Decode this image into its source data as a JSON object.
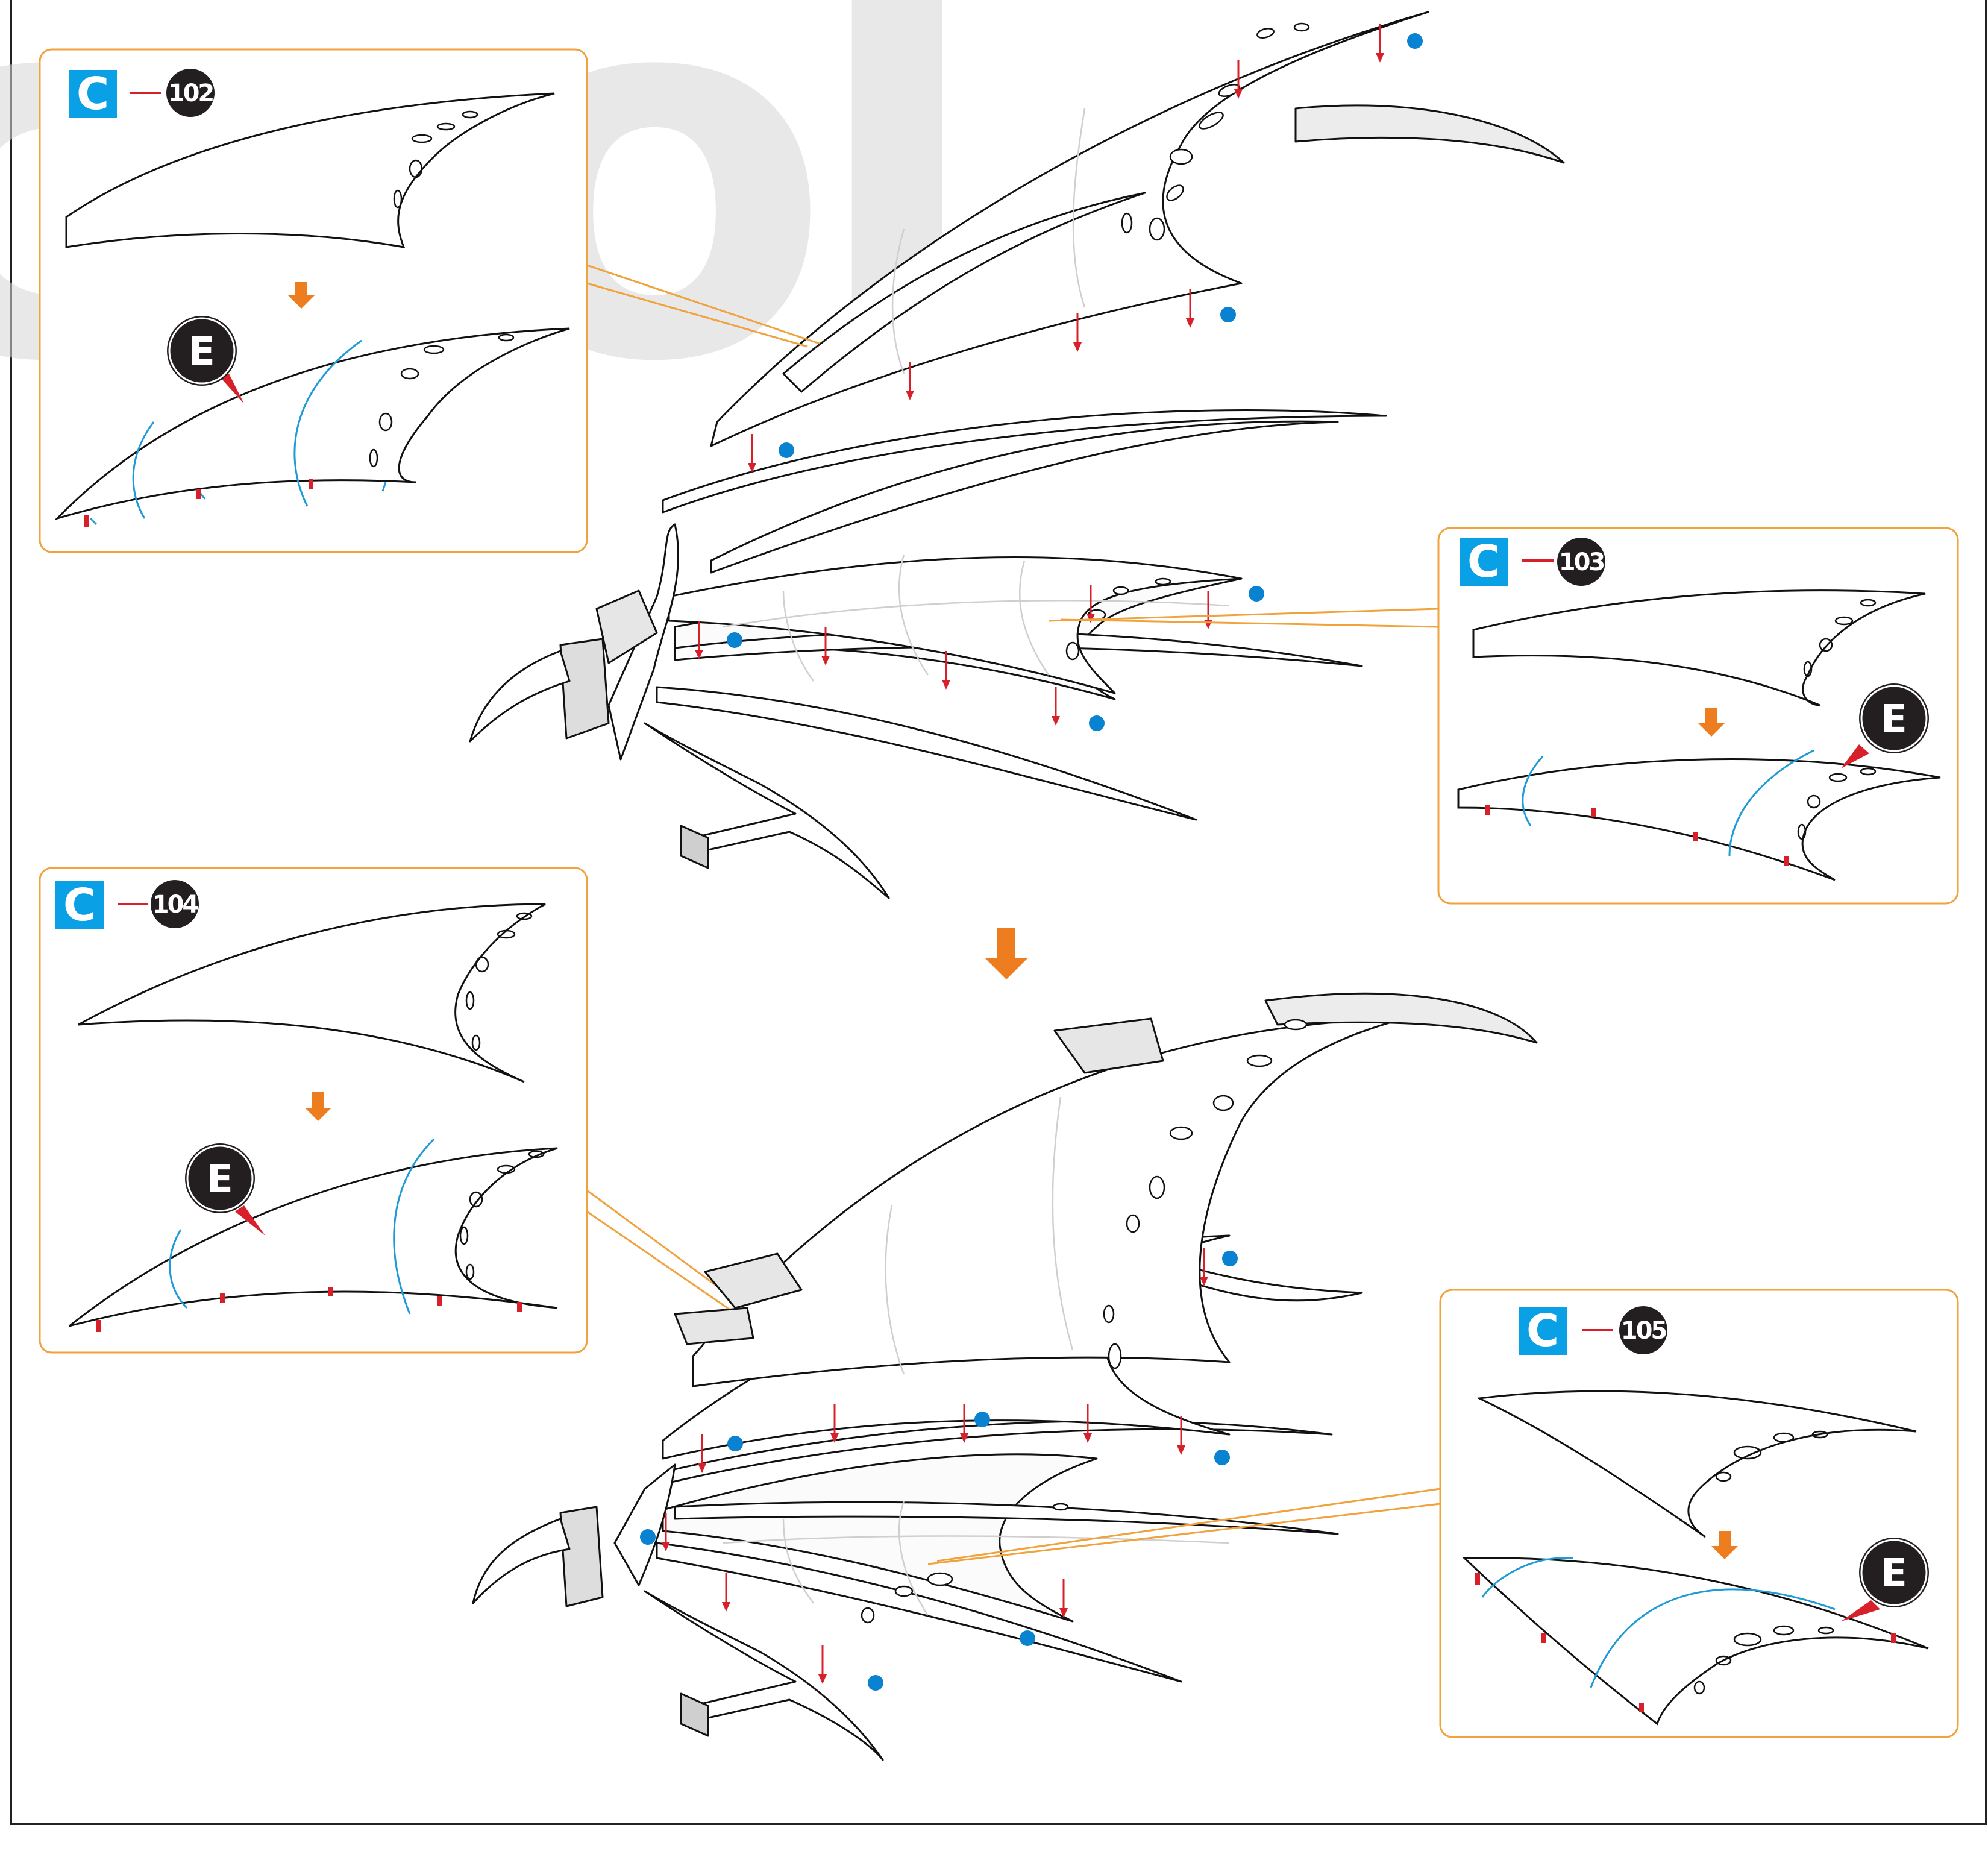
{
  "watermark": {
    "text": "cool"
  },
  "colors": {
    "callout_border": "#f0a23c",
    "sheet_badge": "#0aa0e6",
    "part_badge": "#231f20",
    "fold_arrow": "#1e9ad6",
    "glue_pin": "#d7202a",
    "next_step_arrow": "#ee7d1f",
    "marker_dot": "#0a82d2"
  },
  "callouts": [
    {
      "sheet": "C",
      "part": "102",
      "glue_badge": "E"
    },
    {
      "sheet": "C",
      "part": "103",
      "glue_badge": "E"
    },
    {
      "sheet": "C",
      "part": "104",
      "glue_badge": "E"
    },
    {
      "sheet": "C",
      "part": "105",
      "glue_badge": "E"
    }
  ]
}
